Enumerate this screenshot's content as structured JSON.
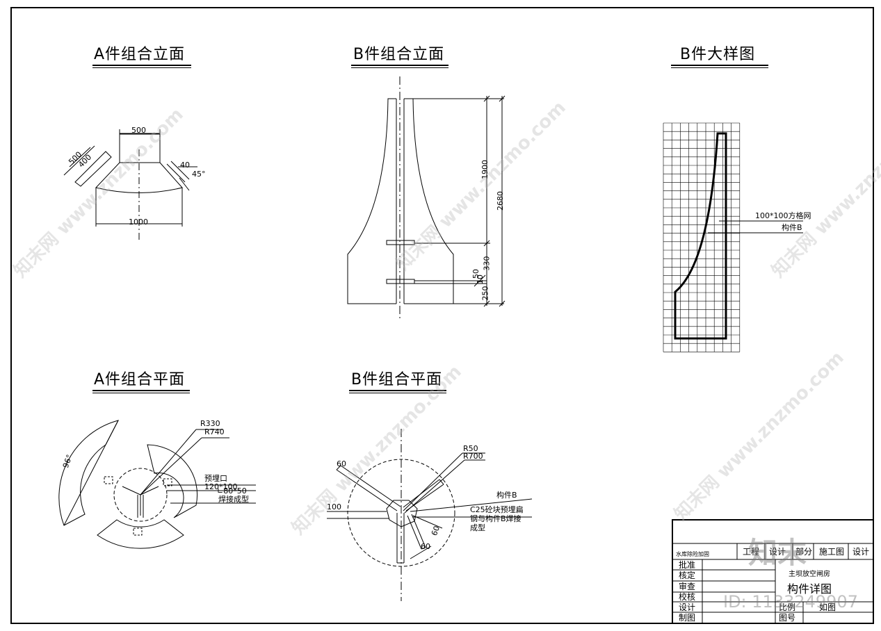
{
  "views": {
    "a_elevation_title": "A件组合立面",
    "b_elevation_title": "B件组合立面",
    "b_detail_title": "B件大样图",
    "a_plan_title": "A件组合平面",
    "b_plan_title": "B件组合平面"
  },
  "a_elevation": {
    "dim_top": "500",
    "dim_side_outer": "500",
    "dim_side_inner": "400",
    "dim_thickness": "40",
    "angle": "45°",
    "dim_bottom": "1000"
  },
  "b_elevation": {
    "dim_upper": "1900",
    "dim_total": "2680",
    "dim_mid": "330",
    "dim_small1": "50",
    "dim_small2": "10",
    "dim_base": "250"
  },
  "b_detail": {
    "grid_label": "100*100方格网",
    "member_label": "构件B"
  },
  "a_plan": {
    "angle": "96°",
    "r_inner": "R330",
    "r_outer": "R740",
    "note_line1": "预埋口",
    "note_line2": "120*100",
    "note_line3": "∟80*50",
    "note_line4": "焊接成型"
  },
  "b_plan": {
    "r_small": "R50",
    "r_large": "R700",
    "dim_60_top": "60",
    "dim_100": "100",
    "dim_60_right": "60",
    "dim_60_bottom": "60",
    "member_label": "构件B",
    "note_line1": "C25砼块预埋扁",
    "note_line2": "钢与构件B焊接",
    "note_line3": "成型"
  },
  "title_block": {
    "project_name": "水库除险加固",
    "col_project": "工程",
    "col_design": "设计",
    "col_part": "部分",
    "col_stage": "施工图",
    "col_design2": "设计",
    "sheet_subject": "主坝放空闸房",
    "drawing_title": "构件详图",
    "row_approve": "批准",
    "row_verify": "核定",
    "row_review": "审查",
    "row_check": "校核",
    "row_design": "设计",
    "row_draw": "制图",
    "scale_label": "比例",
    "scale_value": "如图",
    "drawing_no_label": "图号"
  },
  "watermark": {
    "brand": "知末",
    "id_text": "ID: 1133249907",
    "site_text": "知末网 www.znzmo.com"
  }
}
